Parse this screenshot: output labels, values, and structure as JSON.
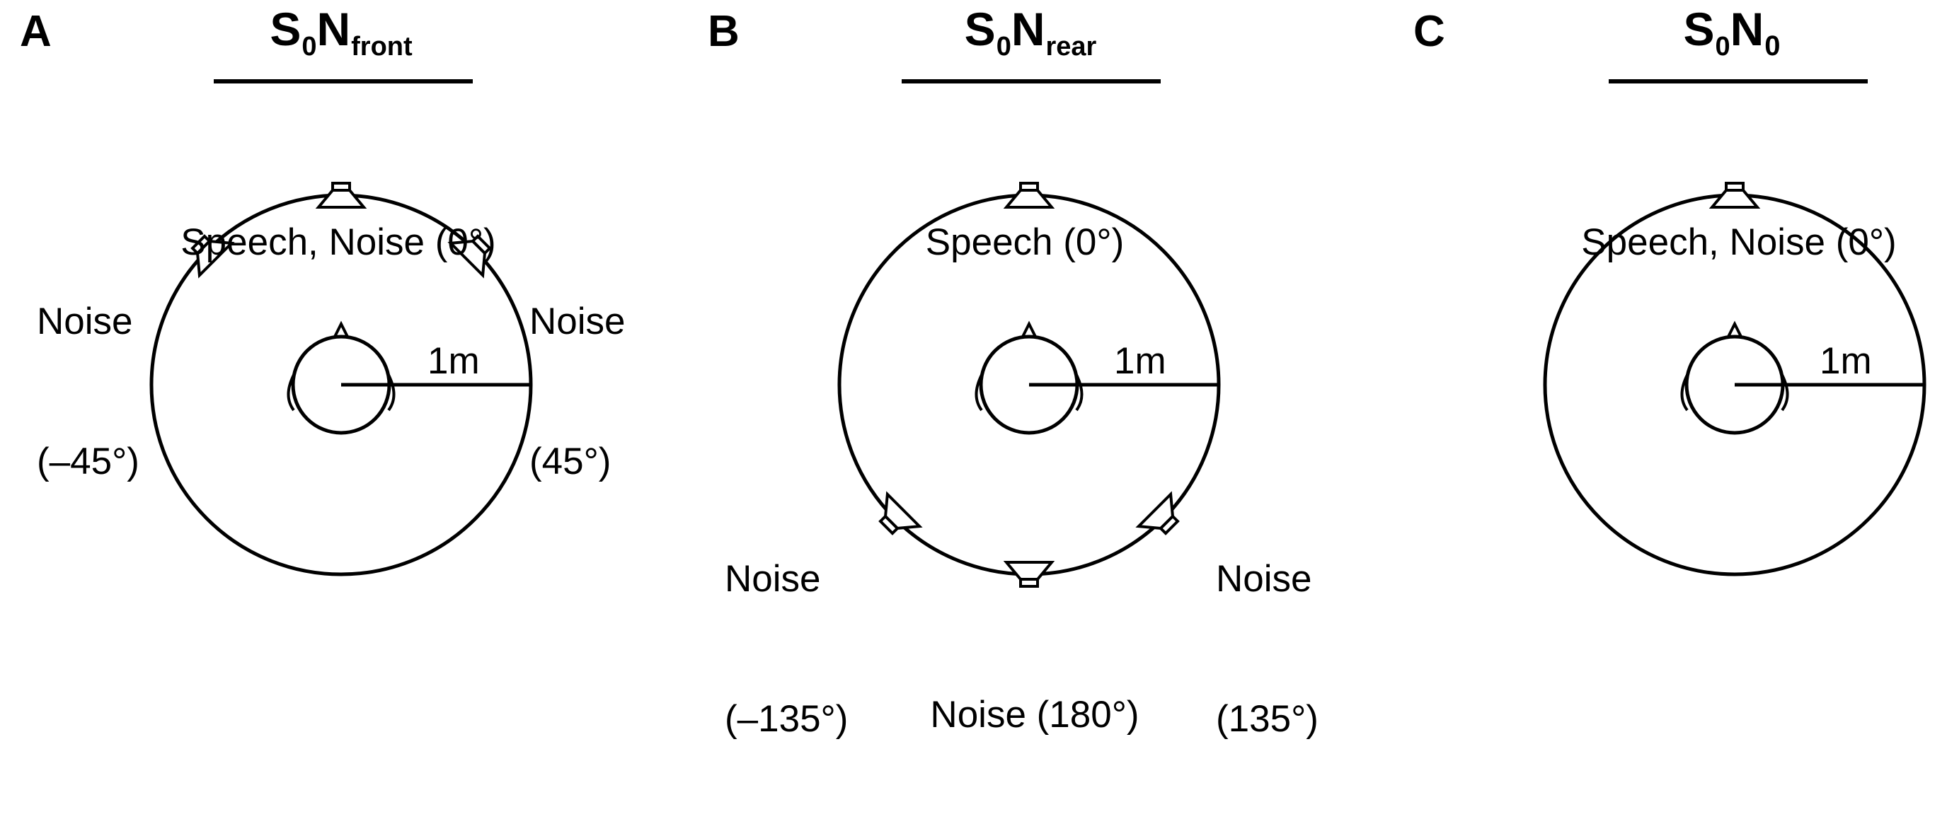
{
  "panels": [
    {
      "letter": "A",
      "title_main": "S",
      "title_sub1": "0",
      "title_main2": "N",
      "title_sub2": "front",
      "speakers": [
        {
          "angle_deg": 0,
          "label": [
            "Speech, Noise (0°)"
          ]
        },
        {
          "angle_deg": -45,
          "label": [
            "Noise",
            "(–45°)"
          ]
        },
        {
          "angle_deg": 45,
          "label": [
            "Noise",
            "(45°)"
          ]
        }
      ],
      "radius_label": "1m"
    },
    {
      "letter": "B",
      "title_main": "S",
      "title_sub1": "0",
      "title_main2": "N",
      "title_sub2": "rear",
      "speakers": [
        {
          "angle_deg": 0,
          "label": [
            "Speech (0°)"
          ]
        },
        {
          "angle_deg": -135,
          "label": [
            "Noise",
            "(–135°)"
          ]
        },
        {
          "angle_deg": 135,
          "label": [
            "Noise",
            "(135°)"
          ]
        },
        {
          "angle_deg": 180,
          "label": [
            "Noise (180°)"
          ]
        }
      ],
      "radius_label": "1m"
    },
    {
      "letter": "C",
      "title_main": "S",
      "title_sub1": "0",
      "title_main2": "N",
      "title_sub2": "0",
      "speakers": [
        {
          "angle_deg": 0,
          "label": [
            "Speech, Noise (0°)"
          ]
        }
      ],
      "radius_label": "1m"
    }
  ]
}
